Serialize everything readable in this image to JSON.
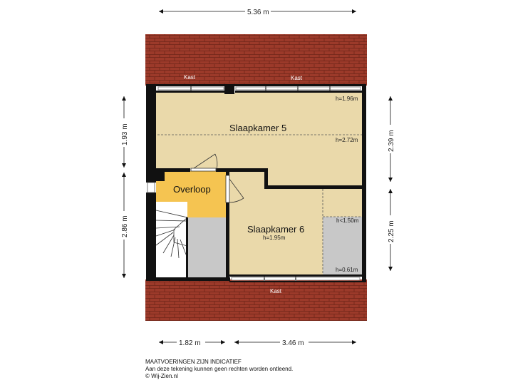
{
  "dimensions": {
    "top_width": "5.36 m",
    "left_upper": "1.93 m",
    "left_lower": "2.86 m",
    "right_upper": "2.39 m",
    "right_lower": "2.25 m",
    "bottom_left": "1.82 m",
    "bottom_right": "3.46 m"
  },
  "rooms": {
    "slaapkamer5": "Slaapkamer 5",
    "slaapkamer6": "Slaapkamer 6",
    "overloop": "Overloop"
  },
  "heights": {
    "h196": "h=1.96m",
    "h272": "h=2.72m",
    "h195": "h=1.95m",
    "h150": "h<1.50m",
    "h061": "h=0.61m"
  },
  "kast": {
    "left": "Kast",
    "right": "Kast",
    "bottom": "Kast"
  },
  "footer": {
    "line1": "MAATVOERINGEN ZIJN INDICATIEF",
    "line2": "Aan deze tekening kunnen geen rechten worden ontleend.",
    "line3": "© Wij-Zien.nl"
  },
  "colors": {
    "roof": "#9c3a2a",
    "bedroom_floor": "#ead9aa",
    "landing_floor": "#f5c451",
    "low_ceiling": "#c8c8c8",
    "wall": "#111111"
  }
}
